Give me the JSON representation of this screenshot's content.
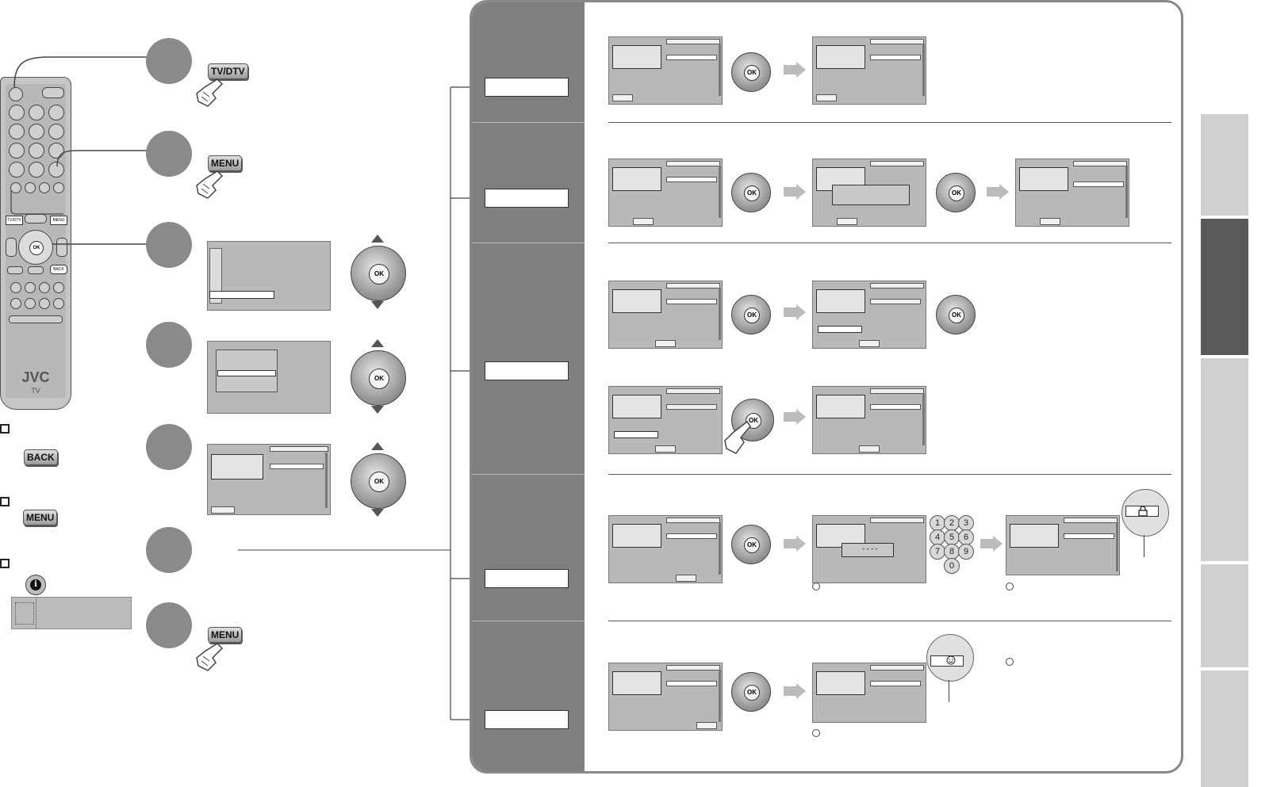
{
  "keys": {
    "tv_dtv": "TV/DTV",
    "menu": "MENU",
    "back": "BACK",
    "ok": "OK",
    "info": "i"
  },
  "remote": {
    "brand": "JVC",
    "sub": "TV",
    "btn_tvdtv": "TV/DTV",
    "btn_menu": "MENU",
    "btn_back": "BACK"
  },
  "numpad": [
    "1",
    "2",
    "3",
    "4",
    "5",
    "6",
    "7",
    "8",
    "9",
    "0"
  ],
  "pin_mask": "----",
  "icons": {
    "lock": "lock-icon",
    "smile": "smiley-icon",
    "hand": "pointing-hand-icon"
  },
  "colors": {
    "panel_dark": "#7f7f7f",
    "tab_active": "#5a5a5a",
    "tab_inactive": "#d0d0d0",
    "osd_bg": "#b8b8b8"
  }
}
